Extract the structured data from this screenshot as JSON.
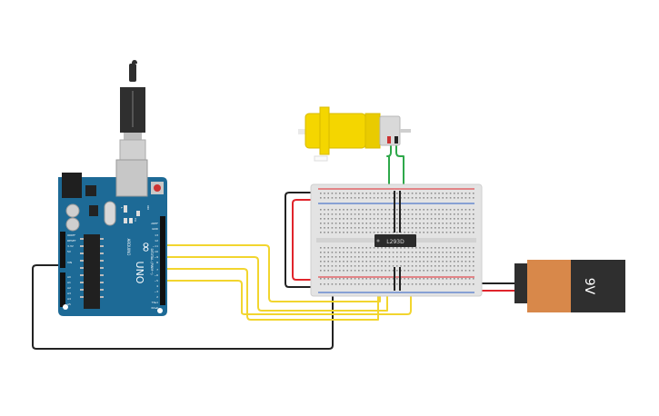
{
  "battery": {
    "label": "9V"
  },
  "chip": {
    "label": "L293D"
  },
  "arduino": {
    "logo": "∞",
    "board_name": "UNO",
    "brand": "ARDUINO",
    "label_digital": "DIGITAL (PWM~)",
    "label_aref": "AREF",
    "label_gnd": "GND",
    "label_on": "ON",
    "label_tx": "TX",
    "label_rx": "RX",
    "label_l": "L",
    "label_ioref": "IOREF",
    "label_reset": "RESET",
    "label_3v3": "3.3V",
    "label_5v": "5V",
    "label_vin": "VIN",
    "label_a0": "A0",
    "label_a1": "A1",
    "label_a2": "A2",
    "label_a3": "A3",
    "label_a4": "A4",
    "label_a5": "A5",
    "pin_13": "13",
    "pin_12": "12",
    "pin_11": "~11",
    "pin_10": "~10",
    "pin_9": "~9",
    "pin_8": "8",
    "pin_7": "7",
    "pin_6": "~6",
    "pin_5": "~5",
    "pin_4": "4",
    "pin_3": "~3",
    "pin_2": "2",
    "pin_1": "TX▸1",
    "pin_0": "RX◂0"
  },
  "colors": {
    "board": "#1d6a96",
    "motor": "#f4d600",
    "battery_body": "#d8884a",
    "battery_cap": "#2f2f2f",
    "wire_yellow": "#f2d52e",
    "wire_red": "#e0242b",
    "wire_black": "#222222",
    "wire_green": "#2ea84a",
    "breadboard": "#e3e3e3"
  }
}
